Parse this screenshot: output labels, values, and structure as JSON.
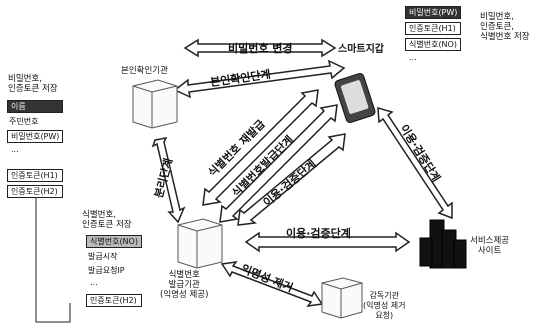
{
  "arrows": {
    "password_change": "비밀번호 변경",
    "identity_verification": "본인확인단계",
    "id_reissue": "식별번호 재발급",
    "id_issue": "식별번호발급단계",
    "use_auth_diag": "이용·검증단계",
    "separation": "분리단계",
    "use_auth_right": "이용·검증단계",
    "use_auth_center": "이용·검증단계",
    "anonymity_removal": "익명성 제거"
  },
  "nodes": {
    "smartphone": "스마트지갑",
    "identity_agency": "본인확인기관",
    "service_site": "서비스제공\n사이트",
    "issuer": "식별번호\n발급기관\n(익명성 제공)",
    "supervisor": "감독기관\n(익명성 제거\n요청)"
  },
  "wallet_store": {
    "cells": [
      "비밀번호(PW)",
      "인증토큰(H1)",
      "식별번호(NO)"
    ],
    "dots": "...",
    "caption": "비밀번호,\n인증토큰,\n식별번호 저장"
  },
  "identity_store": {
    "caption": "비밀번호,\n인증토큰 저장",
    "cells": [
      "이름",
      "주민번호",
      "비밀번호(PW)",
      "...",
      "인증토큰(H1)",
      "인증토큰(H2)"
    ]
  },
  "issuer_store": {
    "caption": "식별번호,\n인증토큰 저장",
    "cells": [
      "식별번호(NO)",
      "발급시작",
      "발급요청IP",
      "...",
      "인증토큰(H2)"
    ]
  },
  "colors": {
    "arrow_fill": "#ffffff",
    "arrow_stroke": "#222222",
    "dark_cell": "#333333"
  },
  "icons": [
    "phone-icon",
    "server-icon",
    "building-icon"
  ]
}
